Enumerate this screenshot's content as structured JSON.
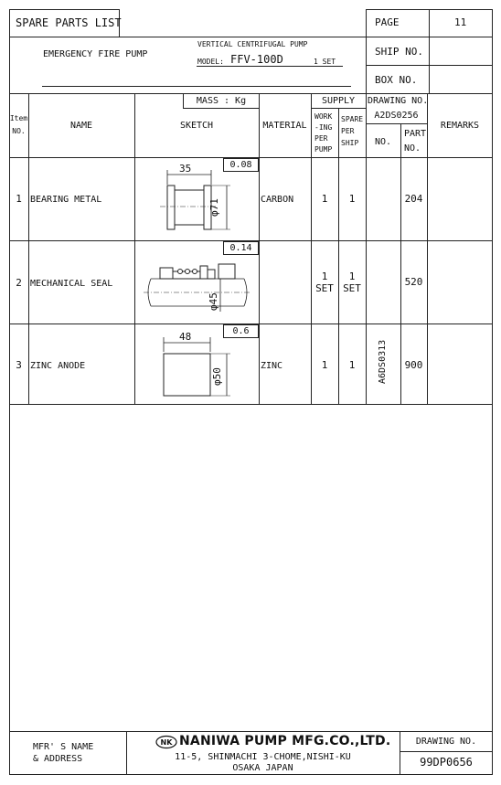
{
  "header": {
    "title": "SPARE PARTS LIST",
    "page_label": "PAGE",
    "page_number": "11",
    "pump_name": "EMERGENCY FIRE PUMP",
    "pump_type": "VERTICAL CENTRIFUGAL PUMP",
    "model_label": "MODEL:",
    "model_value": "FFV-100D",
    "set_count": "1 SET",
    "ship_no_label": "SHIP NO.",
    "box_no_label": "BOX NO."
  },
  "columns": {
    "item_no": [
      "Item",
      "NO."
    ],
    "name": "NAME",
    "mass": "MASS : Kg",
    "sketch": "SKETCH",
    "material": "MATERIAL",
    "supply": "SUPPLY",
    "working": [
      "WORK",
      "-ING",
      "PER",
      "PUMP"
    ],
    "spare": [
      "SPARE",
      "PER",
      "SHIP"
    ],
    "drawing_no": "DRAWING NO.",
    "drawing_code": "A2DS0256",
    "no": "NO.",
    "part_no": [
      "PART",
      "NO."
    ],
    "remarks": "REMARKS"
  },
  "items": [
    {
      "item": "1",
      "name": "BEARING METAL",
      "mass": "0.08",
      "dim_a": "35",
      "dim_b": "φ71",
      "material": "CARBON",
      "working": [
        "1"
      ],
      "spare": [
        "1"
      ],
      "drawing": "",
      "part_no": "204",
      "remarks": ""
    },
    {
      "item": "2",
      "name": "MECHANICAL SEAL",
      "mass": "0.14",
      "dim_a": "",
      "dim_b": "φ45",
      "material": "",
      "working": [
        "1",
        "SET"
      ],
      "spare": [
        "1",
        "SET"
      ],
      "drawing": "",
      "part_no": "520",
      "remarks": ""
    },
    {
      "item": "3",
      "name": "ZINC ANODE",
      "mass": "0.6",
      "dim_a": "48",
      "dim_b": "φ50",
      "material": "ZINC",
      "working": [
        "1"
      ],
      "spare": [
        "1"
      ],
      "drawing": "A6DS0313",
      "part_no": "900",
      "remarks": ""
    }
  ],
  "footer": {
    "mfr_label": [
      "MFR' S NAME",
      "& ADDRESS"
    ],
    "logo_text": "NK",
    "company": "NANIWA PUMP MFG.CO.,LTD.",
    "address_1": "11-5, SHINMACHI 3-CHOME,NISHI-KU",
    "address_2": "OSAKA JAPAN",
    "drawing_no_label": "DRAWING NO.",
    "drawing_no": "99DP0656"
  }
}
